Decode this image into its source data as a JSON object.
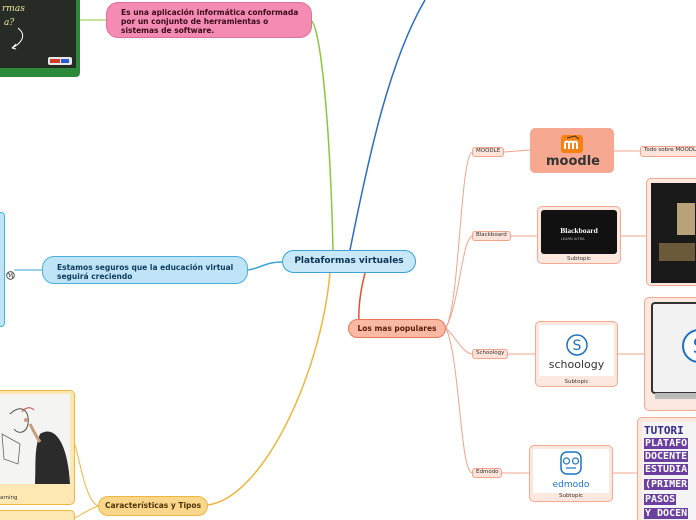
{
  "central": {
    "label": "Plataformas virtuales"
  },
  "branches": {
    "definition": {
      "text": "Es una aplicación informática conformada por un conjunto de herramientas o sistemas de software."
    },
    "growth": {
      "text": "Estamos seguros que la educación virtual seguirá creciendo"
    },
    "popular": {
      "label": "Los mas populares"
    },
    "characteristics": {
      "label": "Características y Tipos"
    }
  },
  "platforms": [
    {
      "tag": "MOODLE",
      "logo": "moodle",
      "link": "Todo sobre MOODLE"
    },
    {
      "tag": "Blackboard",
      "logo": "Blackboard",
      "logo_sub": "LEARN ULTRA",
      "subtopic": "Subtopic"
    },
    {
      "tag": "Schoology",
      "logo": "schoology",
      "subtopic": "Subtopic"
    },
    {
      "tag": "Edmodo",
      "logo": "edmodo",
      "subtopic": "Subtopic"
    }
  ],
  "images": {
    "top_left": {
      "text_a": "rmas",
      "text_b": "a?"
    },
    "tutorial": {
      "lines": [
        "TUTORI",
        "PLATAFO",
        "DOCENTE",
        "ESTUDIA",
        "(PRIMER",
        "PASOS",
        "Y DOCEN"
      ]
    },
    "whiteboard_caption": "arning"
  },
  "colors": {
    "pink": "#f48bb2",
    "blue": "#3aa3d8",
    "orange": "#e9775a",
    "yellow": "#efb640",
    "green": "#8cc63f"
  }
}
